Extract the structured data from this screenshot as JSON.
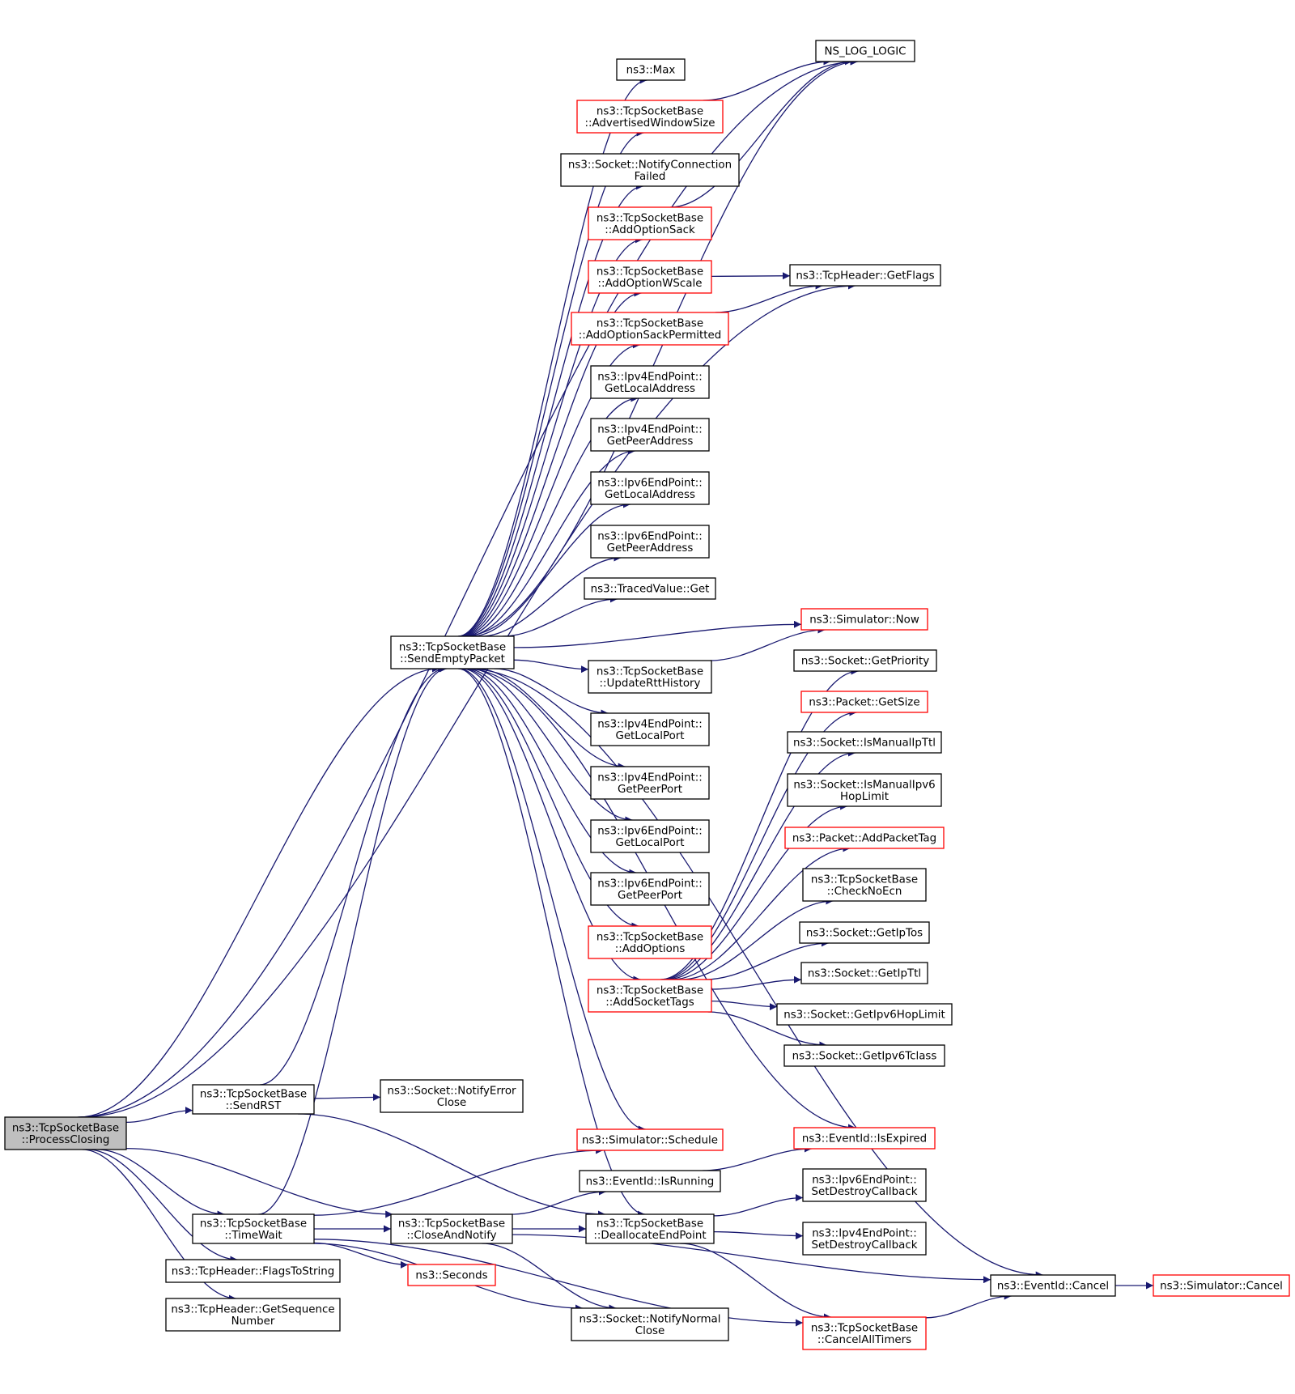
{
  "colors": {
    "edge": "#191970",
    "node_border": "#000000",
    "incomplete_border": "#ff0000",
    "root_fill": "#bfbfbf"
  },
  "nodes": [
    {
      "id": "root",
      "lines": [
        "ns3::TcpSocketBase",
        "::ProcessClosing"
      ],
      "style": "root"
    },
    {
      "id": "sendEmpty",
      "lines": [
        "ns3::TcpSocketBase",
        "::SendEmptyPacket"
      ],
      "style": "normal"
    },
    {
      "id": "sendRST",
      "lines": [
        "ns3::TcpSocketBase",
        "::SendRST"
      ],
      "style": "normal"
    },
    {
      "id": "timeWait",
      "lines": [
        "ns3::TcpSocketBase",
        "::TimeWait"
      ],
      "style": "normal"
    },
    {
      "id": "flagsToString",
      "lines": [
        "ns3::TcpHeader::FlagsToString"
      ],
      "style": "normal"
    },
    {
      "id": "getSeq",
      "lines": [
        "ns3::TcpHeader::GetSequence",
        "Number"
      ],
      "style": "normal"
    },
    {
      "id": "notifyErrorClose",
      "lines": [
        "ns3::Socket::NotifyError",
        "Close"
      ],
      "style": "normal"
    },
    {
      "id": "closeAndNotify",
      "lines": [
        "ns3::TcpSocketBase",
        "::CloseAndNotify"
      ],
      "style": "normal"
    },
    {
      "id": "seconds",
      "lines": [
        "ns3::Seconds"
      ],
      "style": "red"
    },
    {
      "id": "max",
      "lines": [
        "ns3::Max"
      ],
      "style": "normal"
    },
    {
      "id": "advWin",
      "lines": [
        "ns3::TcpSocketBase",
        "::AdvertisedWindowSize"
      ],
      "style": "red"
    },
    {
      "id": "notifyConnFailed",
      "lines": [
        "ns3::Socket::NotifyConnection",
        "Failed"
      ],
      "style": "normal"
    },
    {
      "id": "addOptionSack",
      "lines": [
        "ns3::TcpSocketBase",
        "::AddOptionSack"
      ],
      "style": "red"
    },
    {
      "id": "addOptionWScale",
      "lines": [
        "ns3::TcpSocketBase",
        "::AddOptionWScale"
      ],
      "style": "red"
    },
    {
      "id": "addOptionSackPerm",
      "lines": [
        "ns3::TcpSocketBase",
        "::AddOptionSackPermitted"
      ],
      "style": "red"
    },
    {
      "id": "ipv4GetLocalAddress",
      "lines": [
        "ns3::Ipv4EndPoint::",
        "GetLocalAddress"
      ],
      "style": "normal"
    },
    {
      "id": "ipv4GetPeerAddress",
      "lines": [
        "ns3::Ipv4EndPoint::",
        "GetPeerAddress"
      ],
      "style": "normal"
    },
    {
      "id": "ipv6GetLocalAddress",
      "lines": [
        "ns3::Ipv6EndPoint::",
        "GetLocalAddress"
      ],
      "style": "normal"
    },
    {
      "id": "ipv6GetPeerAddress",
      "lines": [
        "ns3::Ipv6EndPoint::",
        "GetPeerAddress"
      ],
      "style": "normal"
    },
    {
      "id": "tracedGet",
      "lines": [
        "ns3::TracedValue::Get"
      ],
      "style": "normal"
    },
    {
      "id": "updateRtt",
      "lines": [
        "ns3::TcpSocketBase",
        "::UpdateRttHistory"
      ],
      "style": "normal"
    },
    {
      "id": "ipv4GetLocalPort",
      "lines": [
        "ns3::Ipv4EndPoint::",
        "GetLocalPort"
      ],
      "style": "normal"
    },
    {
      "id": "ipv4GetPeerPort",
      "lines": [
        "ns3::Ipv4EndPoint::",
        "GetPeerPort"
      ],
      "style": "normal"
    },
    {
      "id": "ipv6GetLocalPort",
      "lines": [
        "ns3::Ipv6EndPoint::",
        "GetLocalPort"
      ],
      "style": "normal"
    },
    {
      "id": "ipv6GetPeerPort",
      "lines": [
        "ns3::Ipv6EndPoint::",
        "GetPeerPort"
      ],
      "style": "normal"
    },
    {
      "id": "addOptions",
      "lines": [
        "ns3::TcpSocketBase",
        "::AddOptions"
      ],
      "style": "red"
    },
    {
      "id": "addSocketTags",
      "lines": [
        "ns3::TcpSocketBase",
        "::AddSocketTags"
      ],
      "style": "red"
    },
    {
      "id": "schedule",
      "lines": [
        "ns3::Simulator::Schedule"
      ],
      "style": "red"
    },
    {
      "id": "isRunning",
      "lines": [
        "ns3::EventId::IsRunning"
      ],
      "style": "normal"
    },
    {
      "id": "deallocate",
      "lines": [
        "ns3::TcpSocketBase",
        "::DeallocateEndPoint"
      ],
      "style": "normal"
    },
    {
      "id": "notifyNormalClose",
      "lines": [
        "ns3::Socket::NotifyNormal",
        "Close"
      ],
      "style": "normal"
    },
    {
      "id": "nsLogLogic",
      "lines": [
        "NS_LOG_LOGIC"
      ],
      "style": "normal"
    },
    {
      "id": "getFlags",
      "lines": [
        "ns3::TcpHeader::GetFlags"
      ],
      "style": "normal"
    },
    {
      "id": "simNow",
      "lines": [
        "ns3::Simulator::Now"
      ],
      "style": "red"
    },
    {
      "id": "getPriority",
      "lines": [
        "ns3::Socket::GetPriority"
      ],
      "style": "normal"
    },
    {
      "id": "packetGetSize",
      "lines": [
        "ns3::Packet::GetSize"
      ],
      "style": "red"
    },
    {
      "id": "isManualIpTtl",
      "lines": [
        "ns3::Socket::IsManualIpTtl"
      ],
      "style": "normal"
    },
    {
      "id": "isManualIpv6Hop",
      "lines": [
        "ns3::Socket::IsManualIpv6",
        "HopLimit"
      ],
      "style": "normal"
    },
    {
      "id": "addPacketTag",
      "lines": [
        "ns3::Packet::AddPacketTag"
      ],
      "style": "red"
    },
    {
      "id": "checkNoEcn",
      "lines": [
        "ns3::TcpSocketBase",
        "::CheckNoEcn"
      ],
      "style": "normal"
    },
    {
      "id": "getIpTos",
      "lines": [
        "ns3::Socket::GetIpTos"
      ],
      "style": "normal"
    },
    {
      "id": "getIpTtl",
      "lines": [
        "ns3::Socket::GetIpTtl"
      ],
      "style": "normal"
    },
    {
      "id": "getIpv6HopLimit",
      "lines": [
        "ns3::Socket::GetIpv6HopLimit"
      ],
      "style": "normal"
    },
    {
      "id": "getIpv6Tclass",
      "lines": [
        "ns3::Socket::GetIpv6Tclass"
      ],
      "style": "normal"
    },
    {
      "id": "isExpired",
      "lines": [
        "ns3::EventId::IsExpired"
      ],
      "style": "red"
    },
    {
      "id": "ipv6SetDestroy",
      "lines": [
        "ns3::Ipv6EndPoint::",
        "SetDestroyCallback"
      ],
      "style": "normal"
    },
    {
      "id": "ipv4SetDestroy",
      "lines": [
        "ns3::Ipv4EndPoint::",
        "SetDestroyCallback"
      ],
      "style": "normal"
    },
    {
      "id": "cancelAllTimers",
      "lines": [
        "ns3::TcpSocketBase",
        "::CancelAllTimers"
      ],
      "style": "red"
    },
    {
      "id": "eventCancel",
      "lines": [
        "ns3::EventId::Cancel"
      ],
      "style": "normal"
    },
    {
      "id": "simCancel",
      "lines": [
        "ns3::Simulator::Cancel"
      ],
      "style": "red"
    }
  ],
  "edges": [
    [
      "root",
      "sendEmpty"
    ],
    [
      "root",
      "sendRST"
    ],
    [
      "root",
      "timeWait"
    ],
    [
      "root",
      "flagsToString"
    ],
    [
      "root",
      "getSeq"
    ],
    [
      "root",
      "closeAndNotify"
    ],
    [
      "root",
      "nsLogLogic"
    ],
    [
      "root",
      "getFlags"
    ],
    [
      "sendRST",
      "sendEmpty"
    ],
    [
      "sendRST",
      "notifyErrorClose"
    ],
    [
      "sendRST",
      "deallocate"
    ],
    [
      "timeWait",
      "sendEmpty"
    ],
    [
      "timeWait",
      "closeAndNotify"
    ],
    [
      "timeWait",
      "schedule"
    ],
    [
      "timeWait",
      "seconds"
    ],
    [
      "timeWait",
      "notifyNormalClose"
    ],
    [
      "timeWait",
      "cancelAllTimers"
    ],
    [
      "sendEmpty",
      "nsLogLogic"
    ],
    [
      "sendEmpty",
      "max"
    ],
    [
      "sendEmpty",
      "advWin"
    ],
    [
      "sendEmpty",
      "notifyConnFailed"
    ],
    [
      "sendEmpty",
      "addOptionSack"
    ],
    [
      "sendEmpty",
      "addOptionWScale"
    ],
    [
      "sendEmpty",
      "addOptionSackPerm"
    ],
    [
      "sendEmpty",
      "ipv4GetLocalAddress"
    ],
    [
      "sendEmpty",
      "ipv4GetPeerAddress"
    ],
    [
      "sendEmpty",
      "ipv6GetLocalAddress"
    ],
    [
      "sendEmpty",
      "ipv6GetPeerAddress"
    ],
    [
      "sendEmpty",
      "tracedGet"
    ],
    [
      "sendEmpty",
      "simNow"
    ],
    [
      "sendEmpty",
      "updateRtt"
    ],
    [
      "sendEmpty",
      "ipv4GetLocalPort"
    ],
    [
      "sendEmpty",
      "ipv4GetPeerPort"
    ],
    [
      "sendEmpty",
      "ipv6GetLocalPort"
    ],
    [
      "sendEmpty",
      "ipv6GetPeerPort"
    ],
    [
      "sendEmpty",
      "addOptions"
    ],
    [
      "sendEmpty",
      "addSocketTags"
    ],
    [
      "sendEmpty",
      "schedule"
    ],
    [
      "sendEmpty",
      "isExpired"
    ],
    [
      "sendEmpty",
      "eventCancel"
    ],
    [
      "sendEmpty",
      "deallocate"
    ],
    [
      "advWin",
      "nsLogLogic"
    ],
    [
      "addOptionSack",
      "nsLogLogic"
    ],
    [
      "addOptionWScale",
      "getFlags"
    ],
    [
      "addOptionSackPerm",
      "getFlags"
    ],
    [
      "updateRtt",
      "simNow"
    ],
    [
      "addSocketTags",
      "getPriority"
    ],
    [
      "addSocketTags",
      "packetGetSize"
    ],
    [
      "addSocketTags",
      "isManualIpTtl"
    ],
    [
      "addSocketTags",
      "isManualIpv6Hop"
    ],
    [
      "addSocketTags",
      "addPacketTag"
    ],
    [
      "addSocketTags",
      "checkNoEcn"
    ],
    [
      "addSocketTags",
      "getIpTos"
    ],
    [
      "addSocketTags",
      "getIpTtl"
    ],
    [
      "addSocketTags",
      "getIpv6HopLimit"
    ],
    [
      "addSocketTags",
      "getIpv6Tclass"
    ],
    [
      "closeAndNotify",
      "isRunning"
    ],
    [
      "closeAndNotify",
      "deallocate"
    ],
    [
      "closeAndNotify",
      "notifyNormalClose"
    ],
    [
      "closeAndNotify",
      "eventCancel"
    ],
    [
      "isRunning",
      "isExpired"
    ],
    [
      "deallocate",
      "ipv6SetDestroy"
    ],
    [
      "deallocate",
      "ipv4SetDestroy"
    ],
    [
      "deallocate",
      "cancelAllTimers"
    ],
    [
      "cancelAllTimers",
      "eventCancel"
    ],
    [
      "eventCancel",
      "simCancel"
    ]
  ]
}
